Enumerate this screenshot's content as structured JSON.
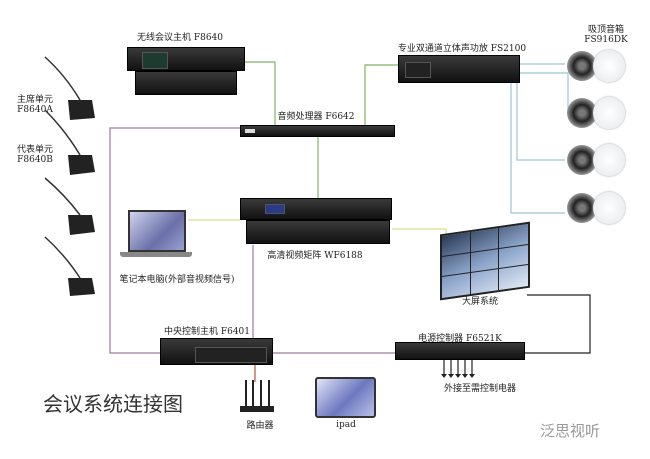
{
  "title": "会议系统连接图",
  "watermark": "泛思视听",
  "devices": {
    "wireless_host": "无线会议主机 F8640",
    "amplifier": "专业双通道立体声功放 FS2100",
    "speakers_name": "吸顶音箱",
    "speakers_model": "FS916DK",
    "audio_processor": "音频处理器 F6642",
    "chair_unit_name": "主席单元",
    "chair_unit_model": "F8640A",
    "delegate_unit_name": "代表单元",
    "delegate_unit_model": "F8640B",
    "video_matrix": "高清视频矩阵 WF6188",
    "laptop": "笔记本电脑(外部音视频信号)",
    "video_wall": "大屏系统",
    "central_control": "中央控制主机 F6401",
    "power_controller": "电源控制器 F6521K",
    "external_devices": "外接至需控制电器",
    "router": "路由器",
    "ipad": "ipad"
  },
  "colors": {
    "audio": "#7fb560",
    "control": "#9c7a9c",
    "video": "#d7e08a",
    "speaker": "#9cc5d8",
    "screen": "#222222",
    "network": "#c0503a"
  }
}
